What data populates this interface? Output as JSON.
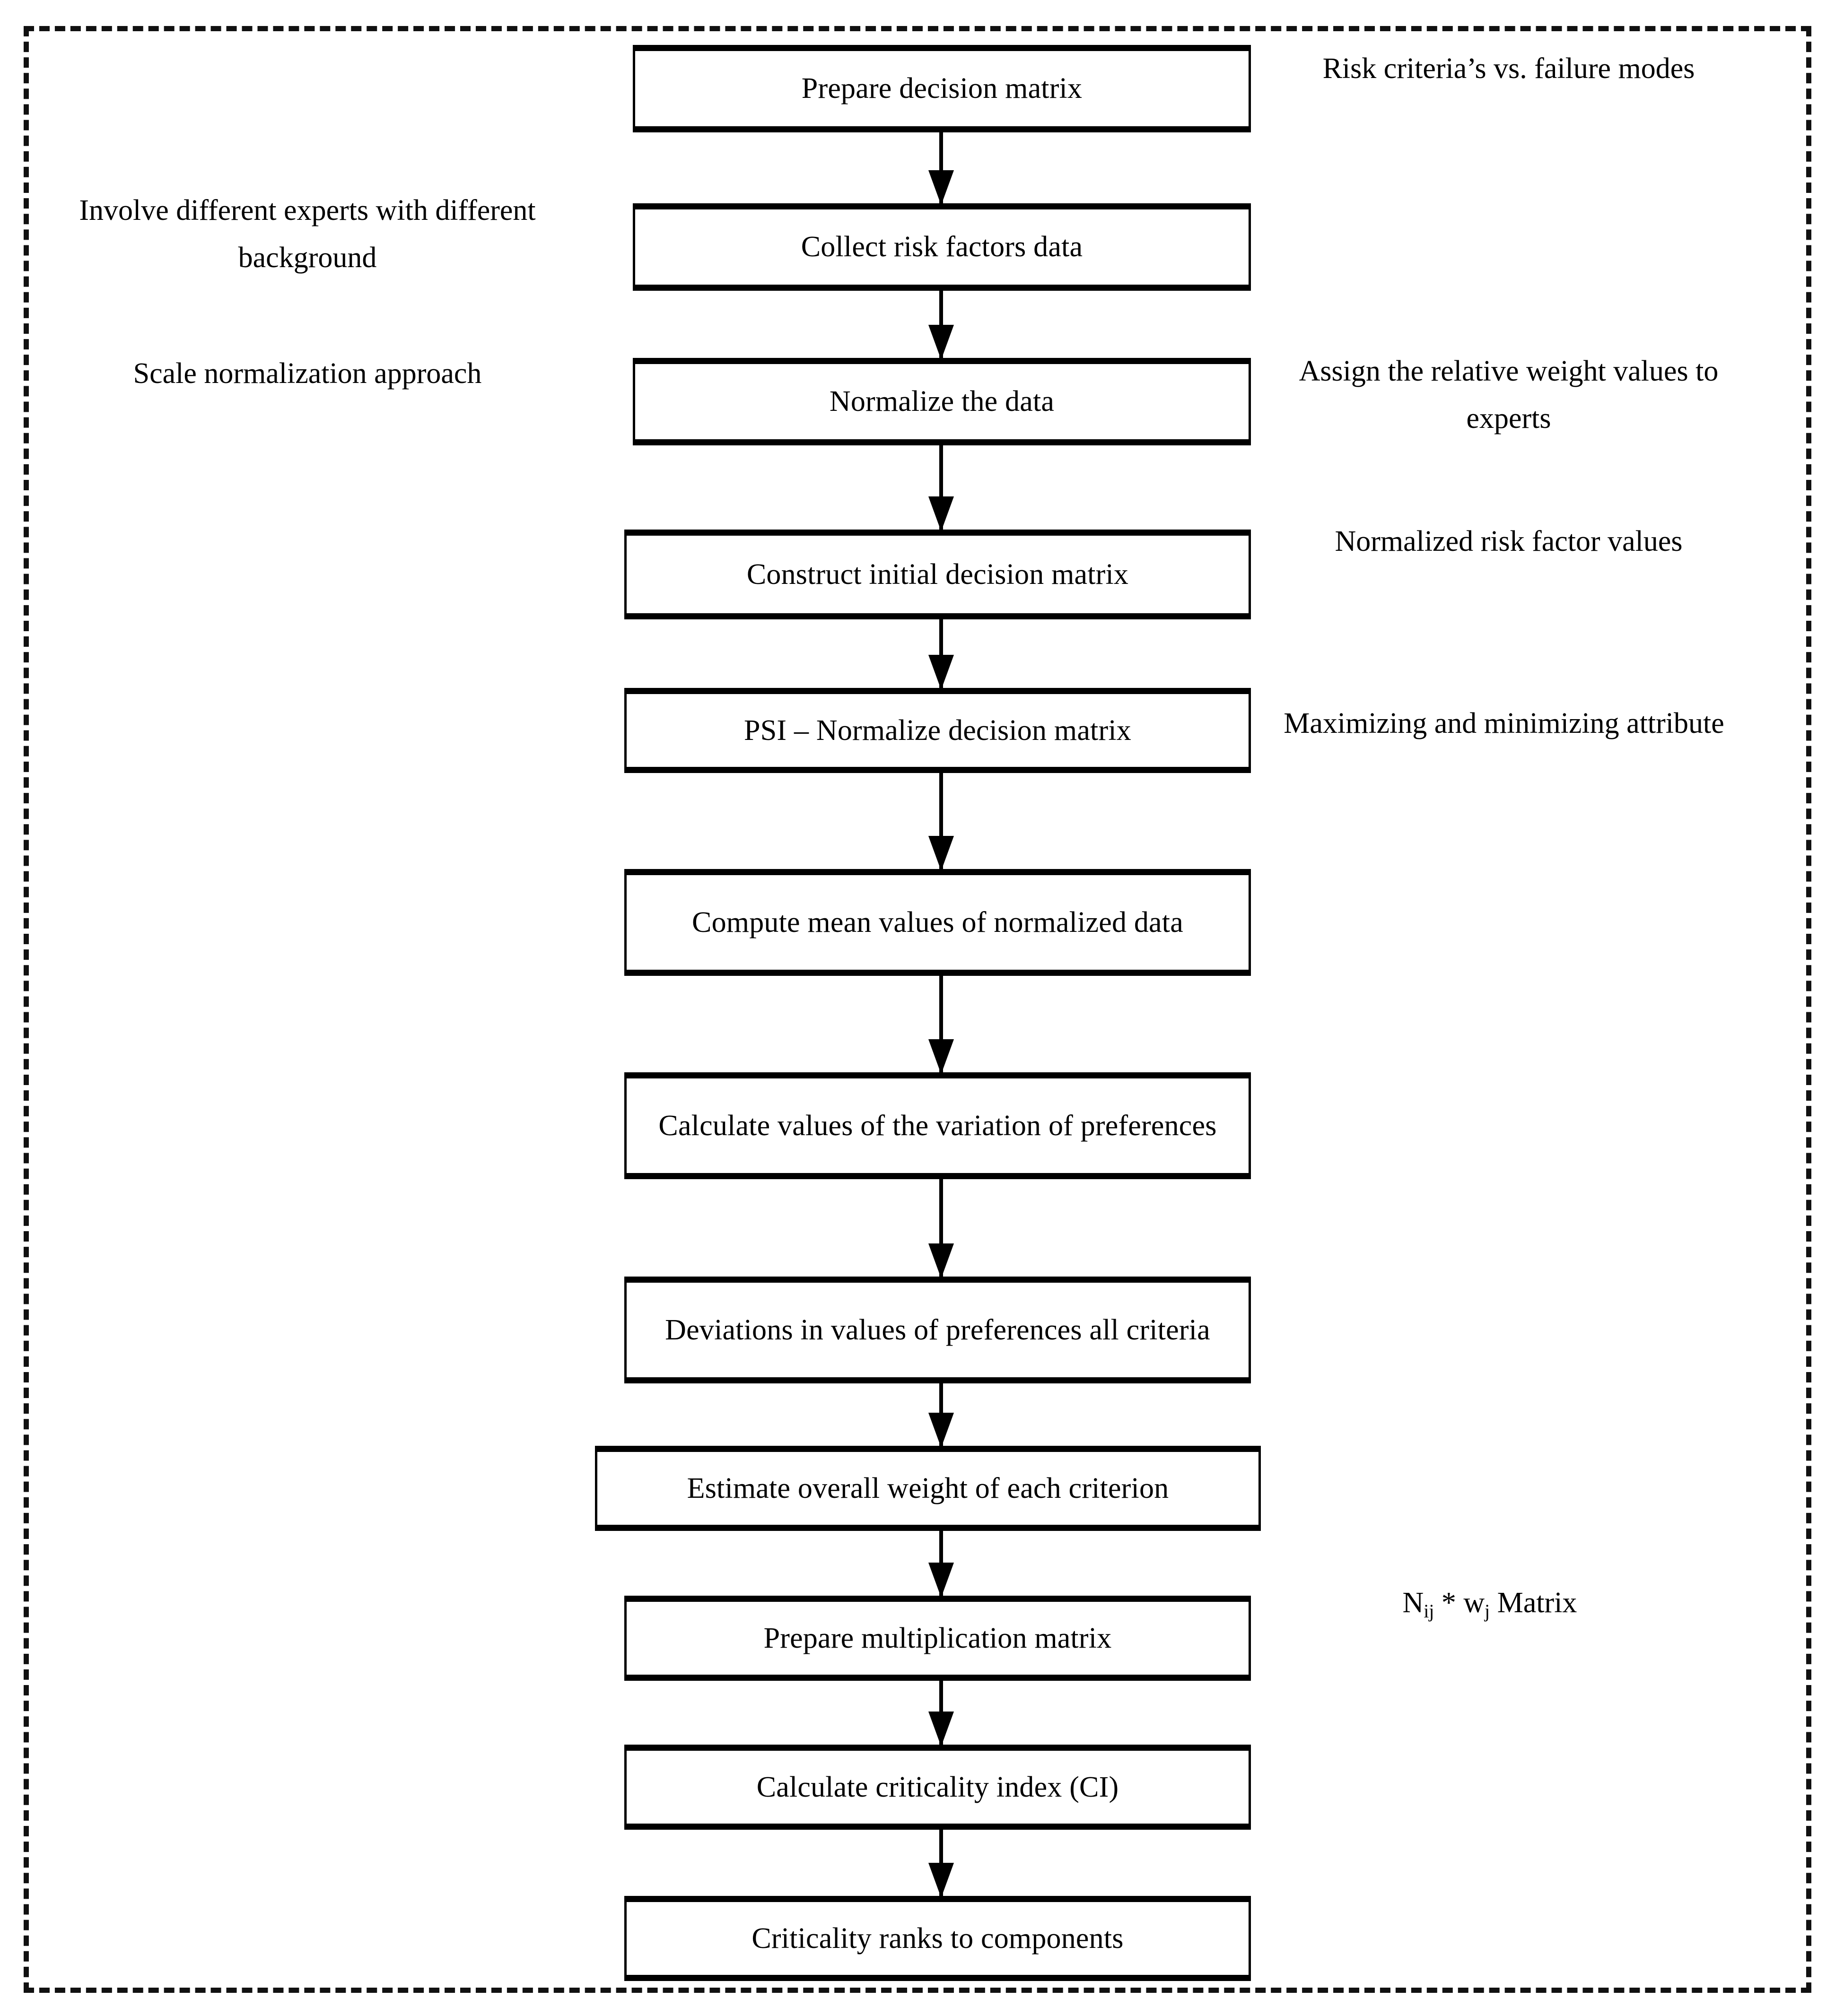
{
  "diagram": {
    "title": "PSI based criticality analysis flowchart",
    "type": "flowchart",
    "orientation": "top-to-bottom",
    "frame_style": "dashed",
    "colors": {
      "stroke": "#000000",
      "background": "#ffffff",
      "frame": "#111111"
    }
  },
  "steps": [
    {
      "id": "step-1",
      "label": "Prepare decision matrix"
    },
    {
      "id": "step-2",
      "label": "Collect risk factors data"
    },
    {
      "id": "step-3",
      "label": "Normalize the data"
    },
    {
      "id": "step-4",
      "label": "Construct initial decision matrix"
    },
    {
      "id": "step-5",
      "label": "PSI – Normalize decision matrix"
    },
    {
      "id": "step-6",
      "label": "Compute mean values of normalized data"
    },
    {
      "id": "step-7",
      "label": "Calculate values of the variation of preferences"
    },
    {
      "id": "step-8",
      "label": "Deviations in values of preferences all criteria"
    },
    {
      "id": "step-9",
      "label": "Estimate overall weight of each criterion"
    },
    {
      "id": "step-10",
      "label": "Prepare multiplication matrix"
    },
    {
      "id": "step-11",
      "label": "Calculate criticality index (CI)"
    },
    {
      "id": "step-12",
      "label": "Criticality ranks to components"
    }
  ],
  "annotations_left": [
    {
      "id": "note-left-1",
      "label": "Involve different experts with different background"
    },
    {
      "id": "note-left-2",
      "label": "Scale normalization approach"
    }
  ],
  "annotations_right": [
    {
      "id": "note-right-1",
      "label": "Risk criteria’s vs. failure modes"
    },
    {
      "id": "note-right-2",
      "label": "Assign the relative weight values to experts"
    },
    {
      "id": "note-right-3",
      "label": "Normalized risk factor values"
    },
    {
      "id": "note-right-4",
      "label": "Maximizing and minimizing attribute"
    },
    {
      "id": "note-right-5",
      "label_parts": {
        "n": "N",
        "n_sub": "ij",
        "op": " * ",
        "w": "w",
        "w_sub": "j",
        "tail": " Matrix"
      }
    }
  ],
  "connectors": [
    {
      "id": "arrow-1",
      "from": "step-1",
      "to": "step-2"
    },
    {
      "id": "arrow-2",
      "from": "step-2",
      "to": "step-3"
    },
    {
      "id": "arrow-3",
      "from": "step-3",
      "to": "step-4"
    },
    {
      "id": "arrow-4",
      "from": "step-4",
      "to": "step-5"
    },
    {
      "id": "arrow-5",
      "from": "step-5",
      "to": "step-6"
    },
    {
      "id": "arrow-6",
      "from": "step-6",
      "to": "step-7"
    },
    {
      "id": "arrow-7",
      "from": "step-7",
      "to": "step-8"
    },
    {
      "id": "arrow-8",
      "from": "step-8",
      "to": "step-9"
    },
    {
      "id": "arrow-9",
      "from": "step-9",
      "to": "step-10"
    },
    {
      "id": "arrow-10",
      "from": "step-10",
      "to": "step-11"
    },
    {
      "id": "arrow-11",
      "from": "step-11",
      "to": "step-12"
    }
  ]
}
